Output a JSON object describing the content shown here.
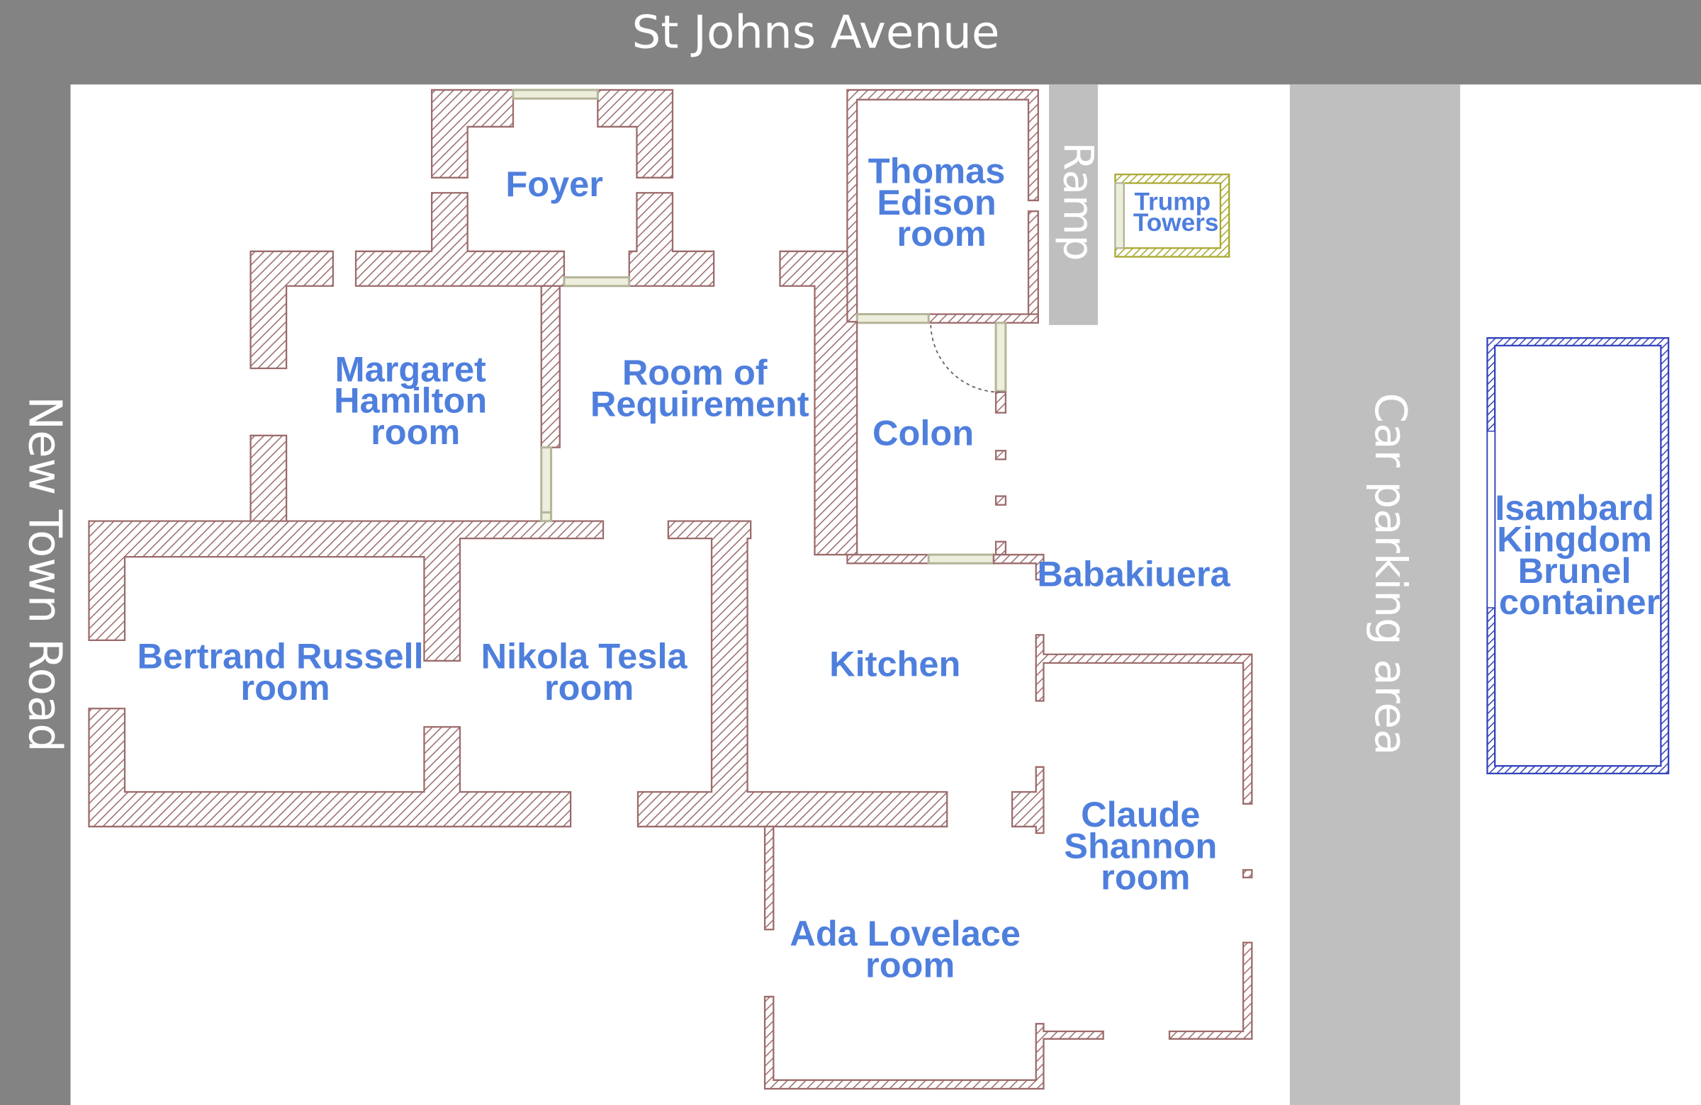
{
  "streets": {
    "top": "St Johns Avenue",
    "left": "New Town Road"
  },
  "areas": {
    "ramp": "Ramp",
    "car_park": "Car parking area"
  },
  "rooms": {
    "foyer": "Foyer",
    "margaret_hamilton": [
      "Margaret",
      "Hamilton",
      "room"
    ],
    "room_of_requirement": [
      "Room of",
      "Requirement"
    ],
    "thomas_edison": [
      "Thomas",
      "Edison",
      "room"
    ],
    "colon": "Colon",
    "babakiuera": "Babakiuera",
    "bertrand_russell": [
      "Bertrand Russell",
      "room"
    ],
    "nikola_tesla": [
      "Nikola Tesla",
      "room"
    ],
    "kitchen": "Kitchen",
    "claude_shannon": [
      "Claude",
      "Shannon",
      "room"
    ],
    "ada_lovelace": [
      "Ada Lovelace",
      "room"
    ]
  },
  "structures": {
    "trump_towers": [
      "Trump",
      "Towers"
    ],
    "brunel_container": [
      "Isambard",
      "Kingdom",
      "Brunel",
      "container"
    ]
  },
  "colors": {
    "road": "#838383",
    "car_park": "#bfbfbf",
    "wall_hatch": "#9c6b6b",
    "label": "#4f7fdd",
    "trump_towers_hatch": "#a8a830",
    "container_hatch": "#3344bb"
  }
}
